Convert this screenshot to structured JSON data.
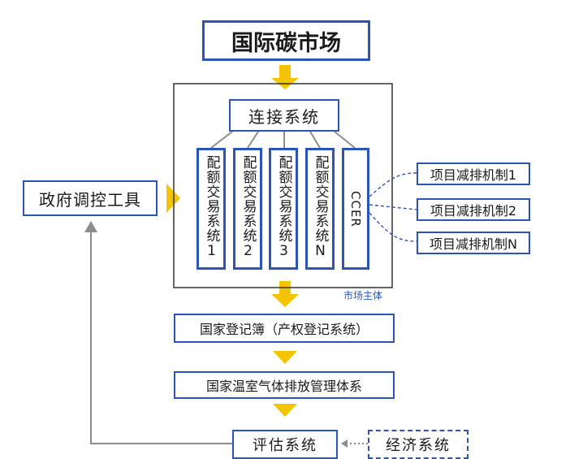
{
  "title": "国际碳市场",
  "connect": "连接系统",
  "quota_systems": [
    {
      "label": "配额交易系统",
      "num": "1"
    },
    {
      "label": "配额交易系统",
      "num": "2"
    },
    {
      "label": "配额交易系统",
      "num": "3"
    },
    {
      "label": "配额交易系统",
      "num": "N"
    }
  ],
  "ccer": "CCER",
  "projects": [
    "项目减排机制1",
    "项目减排机制2",
    "项目减排机制N"
  ],
  "gov": "政府调控工具",
  "market_label": "市场主体",
  "registry": "国家登记簿（产权登记系统）",
  "ghg": "国家温室气体排放管理体系",
  "eval": "评估系统",
  "econ": "经济系统",
  "colors": {
    "blue": "#2a55b8",
    "yellow": "#f5c400",
    "gray": "#8c8c8c"
  }
}
